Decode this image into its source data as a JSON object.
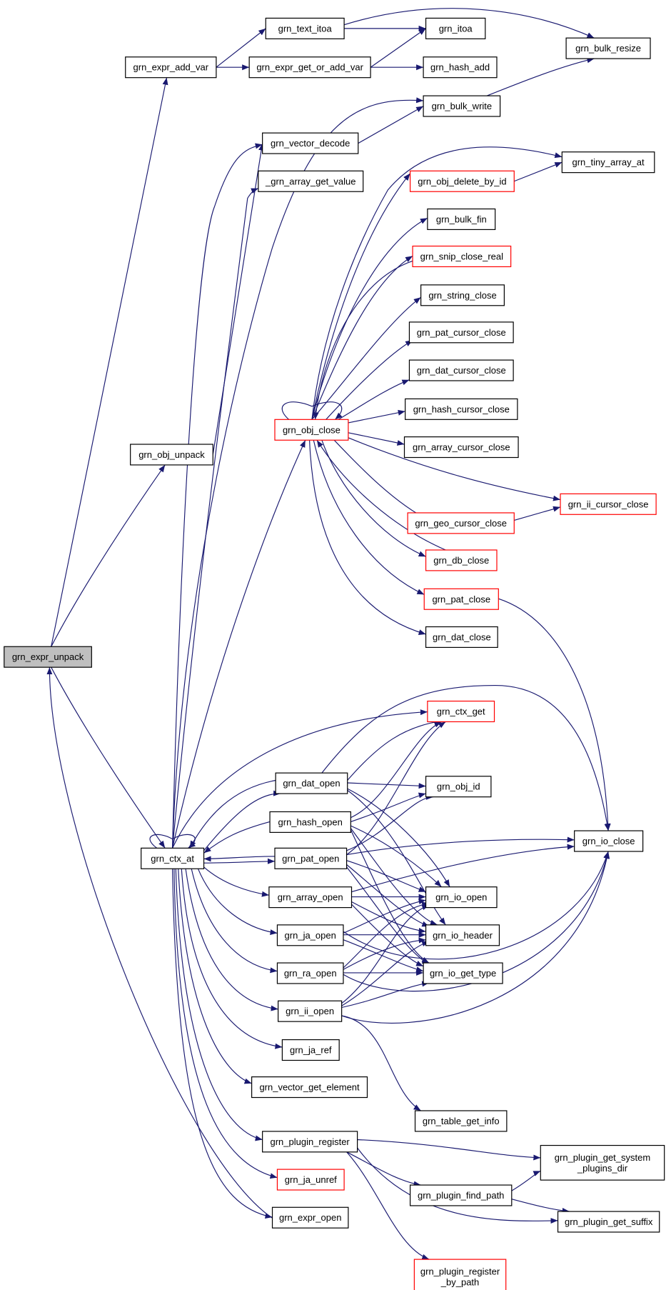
{
  "colors": {
    "edge": "#191970",
    "node_border": "#000000",
    "node_border_red": "#ff0000",
    "root_fill": "#bfbfbf"
  },
  "nodes": [
    {
      "id": "expr_unpack",
      "label": "grn_expr_unpack",
      "style": "gray"
    },
    {
      "id": "expr_add_var",
      "label": "grn_expr_add_var",
      "style": "black"
    },
    {
      "id": "text_itoa",
      "label": "grn_text_itoa",
      "style": "black"
    },
    {
      "id": "itoa",
      "label": "grn_itoa",
      "style": "black"
    },
    {
      "id": "bulk_resize",
      "label": "grn_bulk_resize",
      "style": "black"
    },
    {
      "id": "expr_get_or_add_var",
      "label": "grn_expr_get_or_add_var",
      "style": "black"
    },
    {
      "id": "hash_add",
      "label": "grn_hash_add",
      "style": "black"
    },
    {
      "id": "bulk_write",
      "label": "grn_bulk_write",
      "style": "black"
    },
    {
      "id": "vector_decode",
      "label": "grn_vector_decode",
      "style": "black"
    },
    {
      "id": "array_get_value",
      "label": "_grn_array_get_value",
      "style": "black"
    },
    {
      "id": "tiny_array_at",
      "label": "grn_tiny_array_at",
      "style": "black"
    },
    {
      "id": "obj_delete_by_id",
      "label": "grn_obj_delete_by_id",
      "style": "red"
    },
    {
      "id": "bulk_fin",
      "label": "grn_bulk_fin",
      "style": "black"
    },
    {
      "id": "snip_close_real",
      "label": "grn_snip_close_real",
      "style": "red"
    },
    {
      "id": "string_close",
      "label": "grn_string_close",
      "style": "black"
    },
    {
      "id": "pat_cursor_close",
      "label": "grn_pat_cursor_close",
      "style": "black"
    },
    {
      "id": "dat_cursor_close",
      "label": "grn_dat_cursor_close",
      "style": "black"
    },
    {
      "id": "hash_cursor_close",
      "label": "grn_hash_cursor_close",
      "style": "black"
    },
    {
      "id": "obj_close",
      "label": "grn_obj_close",
      "style": "red"
    },
    {
      "id": "array_cursor_close",
      "label": "grn_array_cursor_close",
      "style": "black"
    },
    {
      "id": "obj_unpack",
      "label": "grn_obj_unpack",
      "style": "black"
    },
    {
      "id": "ii_cursor_close",
      "label": "grn_ii_cursor_close",
      "style": "red"
    },
    {
      "id": "geo_cursor_close",
      "label": "grn_geo_cursor_close",
      "style": "red"
    },
    {
      "id": "db_close",
      "label": "grn_db_close",
      "style": "red"
    },
    {
      "id": "pat_close",
      "label": "grn_pat_close",
      "style": "red"
    },
    {
      "id": "dat_close",
      "label": "grn_dat_close",
      "style": "black"
    },
    {
      "id": "ctx_get",
      "label": "grn_ctx_get",
      "style": "red"
    },
    {
      "id": "dat_open",
      "label": "grn_dat_open",
      "style": "black"
    },
    {
      "id": "obj_id",
      "label": "grn_obj_id",
      "style": "black"
    },
    {
      "id": "hash_open",
      "label": "grn_hash_open",
      "style": "black"
    },
    {
      "id": "io_close",
      "label": "grn_io_close",
      "style": "black"
    },
    {
      "id": "ctx_at",
      "label": "grn_ctx_at",
      "style": "black"
    },
    {
      "id": "pat_open",
      "label": "grn_pat_open",
      "style": "black"
    },
    {
      "id": "array_open",
      "label": "grn_array_open",
      "style": "black"
    },
    {
      "id": "io_open",
      "label": "grn_io_open",
      "style": "black"
    },
    {
      "id": "ja_open",
      "label": "grn_ja_open",
      "style": "black"
    },
    {
      "id": "io_header",
      "label": "grn_io_header",
      "style": "black"
    },
    {
      "id": "ra_open",
      "label": "grn_ra_open",
      "style": "black"
    },
    {
      "id": "io_get_type",
      "label": "grn_io_get_type",
      "style": "black"
    },
    {
      "id": "ii_open",
      "label": "grn_ii_open",
      "style": "black"
    },
    {
      "id": "ja_ref",
      "label": "grn_ja_ref",
      "style": "black"
    },
    {
      "id": "vector_get_element",
      "label": "grn_vector_get_element",
      "style": "black"
    },
    {
      "id": "table_get_info",
      "label": "grn_table_get_info",
      "style": "black"
    },
    {
      "id": "plugin_register",
      "label": "grn_plugin_register",
      "style": "black"
    },
    {
      "id": "plugin_get_system_plugins_dir",
      "label": "grn_plugin_get_system\n_plugins_dir",
      "style": "black"
    },
    {
      "id": "ja_unref",
      "label": "grn_ja_unref",
      "style": "red"
    },
    {
      "id": "plugin_find_path",
      "label": "grn_plugin_find_path",
      "style": "black"
    },
    {
      "id": "plugin_get_suffix",
      "label": "grn_plugin_get_suffix",
      "style": "black"
    },
    {
      "id": "expr_open",
      "label": "grn_expr_open",
      "style": "black"
    },
    {
      "id": "plugin_register_by_path",
      "label": "grn_plugin_register\n_by_path",
      "style": "red"
    }
  ],
  "edges": [
    [
      "expr_unpack",
      "expr_add_var"
    ],
    [
      "expr_unpack",
      "obj_unpack"
    ],
    [
      "expr_unpack",
      "ctx_at"
    ],
    [
      "expr_unpack",
      "expr_open"
    ],
    [
      "expr_add_var",
      "text_itoa"
    ],
    [
      "expr_add_var",
      "expr_get_or_add_var"
    ],
    [
      "text_itoa",
      "itoa"
    ],
    [
      "text_itoa",
      "bulk_resize"
    ],
    [
      "expr_get_or_add_var",
      "itoa"
    ],
    [
      "expr_get_or_add_var",
      "hash_add"
    ],
    [
      "bulk_write",
      "bulk_resize"
    ],
    [
      "vector_decode",
      "bulk_write"
    ],
    [
      "obj_delete_by_id",
      "tiny_array_at"
    ],
    [
      "obj_unpack",
      "vector_decode"
    ],
    [
      "obj_close",
      "tiny_array_at"
    ],
    [
      "obj_close",
      "obj_delete_by_id"
    ],
    [
      "obj_close",
      "bulk_fin"
    ],
    [
      "obj_close",
      "snip_close_real"
    ],
    [
      "obj_close",
      "string_close"
    ],
    [
      "obj_close",
      "pat_cursor_close"
    ],
    [
      "obj_close",
      "dat_cursor_close"
    ],
    [
      "obj_close",
      "hash_cursor_close"
    ],
    [
      "obj_close",
      "obj_close"
    ],
    [
      "obj_close",
      "array_cursor_close"
    ],
    [
      "obj_close",
      "ii_cursor_close"
    ],
    [
      "obj_close",
      "geo_cursor_close"
    ],
    [
      "obj_close",
      "db_close"
    ],
    [
      "obj_close",
      "pat_close"
    ],
    [
      "obj_close",
      "dat_close"
    ],
    [
      "snip_close_real",
      "obj_close"
    ],
    [
      "geo_cursor_close",
      "ii_cursor_close"
    ],
    [
      "db_close",
      "obj_close"
    ],
    [
      "pat_close",
      "io_close"
    ],
    [
      "ctx_at",
      "bulk_write"
    ],
    [
      "ctx_at",
      "vector_decode"
    ],
    [
      "ctx_at",
      "array_get_value"
    ],
    [
      "ctx_at",
      "obj_close"
    ],
    [
      "ctx_at",
      "ctx_at"
    ],
    [
      "ctx_at",
      "ctx_get"
    ],
    [
      "ctx_at",
      "dat_open"
    ],
    [
      "ctx_at",
      "pat_open"
    ],
    [
      "ctx_at",
      "array_open"
    ],
    [
      "ctx_at",
      "ja_open"
    ],
    [
      "ctx_at",
      "ra_open"
    ],
    [
      "ctx_at",
      "ii_open"
    ],
    [
      "ctx_at",
      "ja_ref"
    ],
    [
      "ctx_at",
      "vector_get_element"
    ],
    [
      "ctx_at",
      "plugin_register"
    ],
    [
      "ctx_at",
      "ja_unref"
    ],
    [
      "ctx_at",
      "expr_open"
    ],
    [
      "dat_open",
      "ctx_get"
    ],
    [
      "dat_open",
      "io_close"
    ],
    [
      "dat_open",
      "obj_id"
    ],
    [
      "dat_open",
      "io_open"
    ],
    [
      "dat_open",
      "io_header"
    ],
    [
      "dat_open",
      "ctx_at"
    ],
    [
      "hash_open",
      "ctx_get"
    ],
    [
      "hash_open",
      "obj_id"
    ],
    [
      "hash_open",
      "io_open"
    ],
    [
      "hash_open",
      "io_header"
    ],
    [
      "hash_open",
      "io_get_type"
    ],
    [
      "hash_open",
      "ctx_at"
    ],
    [
      "pat_open",
      "ctx_get"
    ],
    [
      "pat_open",
      "obj_id"
    ],
    [
      "pat_open",
      "io_close"
    ],
    [
      "pat_open",
      "io_open"
    ],
    [
      "pat_open",
      "io_header"
    ],
    [
      "pat_open",
      "io_get_type"
    ],
    [
      "pat_open",
      "ctx_at"
    ],
    [
      "array_open",
      "io_close"
    ],
    [
      "array_open",
      "io_open"
    ],
    [
      "array_open",
      "io_header"
    ],
    [
      "array_open",
      "io_get_type"
    ],
    [
      "ja_open",
      "io_close"
    ],
    [
      "ja_open",
      "io_open"
    ],
    [
      "ja_open",
      "io_header"
    ],
    [
      "ja_open",
      "io_get_type"
    ],
    [
      "ra_open",
      "io_close"
    ],
    [
      "ra_open",
      "io_open"
    ],
    [
      "ra_open",
      "io_header"
    ],
    [
      "ra_open",
      "io_get_type"
    ],
    [
      "ii_open",
      "io_close"
    ],
    [
      "ii_open",
      "io_open"
    ],
    [
      "ii_open",
      "io_header"
    ],
    [
      "ii_open",
      "io_get_type"
    ],
    [
      "ii_open",
      "table_get_info"
    ],
    [
      "plugin_register",
      "plugin_get_system_plugins_dir"
    ],
    [
      "plugin_register",
      "plugin_find_path"
    ],
    [
      "plugin_register",
      "plugin_get_suffix"
    ],
    [
      "plugin_register",
      "plugin_register_by_path"
    ],
    [
      "plugin_find_path",
      "plugin_get_system_plugins_dir"
    ],
    [
      "plugin_find_path",
      "plugin_get_suffix"
    ]
  ]
}
